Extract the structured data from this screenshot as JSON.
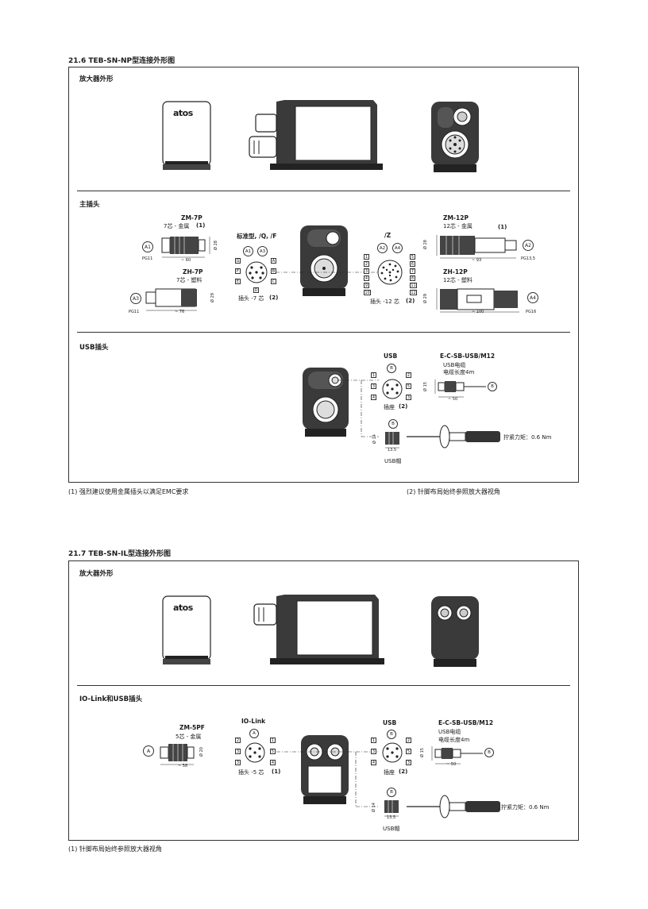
{
  "s216": {
    "title": "21.6 TEB-SN-NP型连接外形图",
    "amp_label": "放大器外形",
    "logo": "atos",
    "main_plug_label": "主插头",
    "zm7p": {
      "name": "ZM-7P",
      "desc": "7芯 - 金属",
      "note": "(1)",
      "dim_d": "Ø 28",
      "dim_len": "~ 60",
      "pg": "PG11",
      "tag": "A1"
    },
    "zh7p": {
      "name": "ZH-7P",
      "desc": "7芯 - 塑料",
      "dim_d": "Ø 29",
      "dim_len": "~ 76",
      "pg": "PG11",
      "tag": "A3"
    },
    "std": {
      "title": "标准型, /Q, /F",
      "t1": "A1",
      "t2": "A3",
      "caption": "插头 -7 芯",
      "note": "(2)",
      "pins": [
        "G",
        "A",
        "F",
        "B",
        "E",
        "C",
        "D"
      ]
    },
    "z": {
      "title": "/Z",
      "t1": "A2",
      "t2": "A4",
      "caption": "插头 -12 芯",
      "note": "(2)",
      "pins_left": [
        "1",
        "2",
        "3",
        "4",
        "5",
        "6"
      ],
      "pins_right": [
        "7",
        "8",
        "9",
        "10",
        "11",
        "12"
      ]
    },
    "zm12p": {
      "name": "ZM-12P",
      "desc": "12芯 - 金属",
      "note": "(1)",
      "dim_d": "Ø 28",
      "dim_len": "~ 93",
      "pg": "PG13,5",
      "tag": "A2"
    },
    "zh12p": {
      "name": "ZH-12P",
      "desc": "12芯 - 塑料",
      "dim_d": "Ø 29",
      "dim_len": "~ 100",
      "pg": "PG16",
      "tag": "A4"
    },
    "usb_label": "USB插头",
    "usb": {
      "title": "USB",
      "tag": "B",
      "pins": [
        "1",
        "2",
        "3",
        "4",
        "5"
      ],
      "caption": "插座",
      "note": "(2)"
    },
    "cable": {
      "name": "E-C-SB-USB/M12",
      "line1": "USB电缆",
      "line2": "电缆长度4m",
      "dim_d": "Ø 15",
      "dim_len": "~ 50",
      "tag": "B"
    },
    "cap": {
      "tag": "B",
      "dim_d": "Ø 14",
      "dim_len": "13.5",
      "caption": "USB帽"
    },
    "torque": "拧紧力矩：0.6 Nm",
    "note1": "(1) 强烈建议使用金属插头以满足EMC要求",
    "note2": "(2) 针脚布局始终参照放大器视角"
  },
  "s217": {
    "title": "21.7 TEB-SN-IL型连接外形图",
    "amp_label": "放大器外形",
    "logo": "atos",
    "conn_label": "IO-Link和USB插头",
    "zm5pf": {
      "name": "ZM-5PF",
      "desc": "5芯 - 金属",
      "dim_d": "Ø 20",
      "dim_len": "~ 58",
      "tag": "A"
    },
    "iolink": {
      "title": "IO-Link",
      "tag": "A",
      "pins": [
        "1",
        "2",
        "3",
        "4",
        "5"
      ],
      "caption": "插头 -5 芯",
      "note": "(1)"
    },
    "usb": {
      "title": "USB",
      "tag": "B",
      "pins": [
        "1",
        "2",
        "3",
        "4",
        "5"
      ],
      "caption": "插座",
      "note": "(2)"
    },
    "cable": {
      "name": "E-C-SB-USB/M12",
      "line1": "USB电缆",
      "line2": "电缆长度4m",
      "dim_d": "Ø 15",
      "dim_len": "~ 50",
      "tag": "B"
    },
    "cap": {
      "tag": "B",
      "dim_d": "Ø 14",
      "dim_len": "13.5",
      "caption": "USB帽"
    },
    "torque": "拧紧力矩：0.6 Nm",
    "note1": "(1) 针脚布局始终参照放大器视角"
  }
}
